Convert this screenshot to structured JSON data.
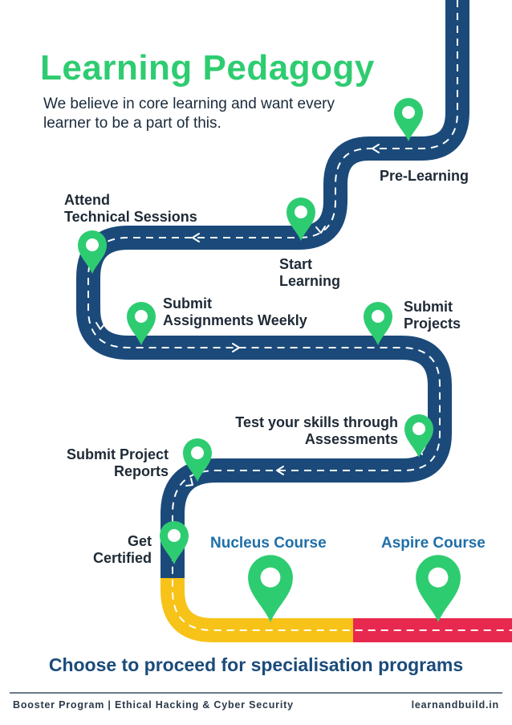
{
  "header": {
    "title": "Learning Pedagogy",
    "subtitle": "We believe in core learning and want every learner to be a part of this."
  },
  "steps": {
    "pre_learning": "Pre-Learning",
    "start_learning": "Start\nLearning",
    "attend_sessions": "Attend\nTechnical Sessions",
    "submit_assignments": "Submit\nAssignments Weekly",
    "submit_projects": "Submit\nProjects",
    "test_skills": "Test your skills through\nAssessments",
    "submit_reports": "Submit Project\nReports",
    "get_certified": "Get\nCertified"
  },
  "courses": {
    "nucleus": "Nucleus Course",
    "aspire": "Aspire Course"
  },
  "cta": "Choose to proceed for specialisation programs",
  "footer": {
    "left": "Booster Program | Ethical Hacking & Cyber Security",
    "right": "learnandbuild.in"
  },
  "colors": {
    "road": "#1b4a7a",
    "road_yellow": "#f7c319",
    "road_red": "#e8294f",
    "pin": "#2ecc71",
    "title": "#2ecc71",
    "cta": "#1a4b7a"
  },
  "icons": [
    "map-pin-icon",
    "arrow-chevron-icon"
  ]
}
